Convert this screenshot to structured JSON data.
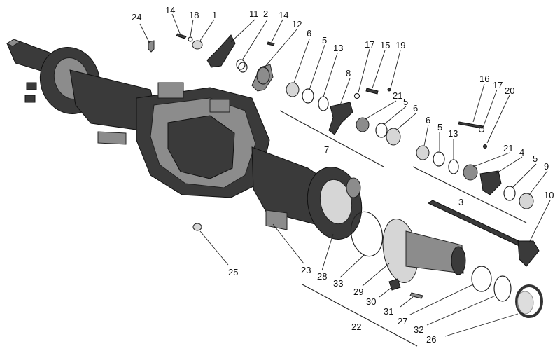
{
  "diagram": {
    "callouts": [
      {
        "id": "c24a",
        "label": "24"
      },
      {
        "id": "c14a",
        "label": "14"
      },
      {
        "id": "c18",
        "label": "18"
      },
      {
        "id": "c1",
        "label": "1"
      },
      {
        "id": "c11",
        "label": "11"
      },
      {
        "id": "c2",
        "label": "2"
      },
      {
        "id": "c14b",
        "label": "14"
      },
      {
        "id": "c12",
        "label": "12"
      },
      {
        "id": "c6a",
        "label": "6"
      },
      {
        "id": "c5a",
        "label": "5"
      },
      {
        "id": "c13a",
        "label": "13"
      },
      {
        "id": "c8",
        "label": "8"
      },
      {
        "id": "c17a",
        "label": "17"
      },
      {
        "id": "c15",
        "label": "15"
      },
      {
        "id": "c19",
        "label": "19"
      },
      {
        "id": "c21a",
        "label": "21"
      },
      {
        "id": "c5b",
        "label": "5"
      },
      {
        "id": "c6b",
        "label": "6"
      },
      {
        "id": "c16",
        "label": "16"
      },
      {
        "id": "c17b",
        "label": "17"
      },
      {
        "id": "c20",
        "label": "20"
      },
      {
        "id": "c7",
        "label": "7"
      },
      {
        "id": "c6c",
        "label": "6"
      },
      {
        "id": "c5c",
        "label": "5"
      },
      {
        "id": "c13b",
        "label": "13"
      },
      {
        "id": "c21b",
        "label": "21"
      },
      {
        "id": "c4",
        "label": "4"
      },
      {
        "id": "c5d",
        "label": "5"
      },
      {
        "id": "c9",
        "label": "9"
      },
      {
        "id": "c3",
        "label": "3"
      },
      {
        "id": "c10",
        "label": "10"
      },
      {
        "id": "c25",
        "label": "25"
      },
      {
        "id": "c23",
        "label": "23"
      },
      {
        "id": "c28",
        "label": "28"
      },
      {
        "id": "c33",
        "label": "33"
      },
      {
        "id": "c29",
        "label": "29"
      },
      {
        "id": "c30",
        "label": "30"
      },
      {
        "id": "c31",
        "label": "31"
      },
      {
        "id": "c27",
        "label": "27"
      },
      {
        "id": "c22",
        "label": "22"
      },
      {
        "id": "c32",
        "label": "32"
      },
      {
        "id": "c26",
        "label": "26"
      }
    ]
  }
}
